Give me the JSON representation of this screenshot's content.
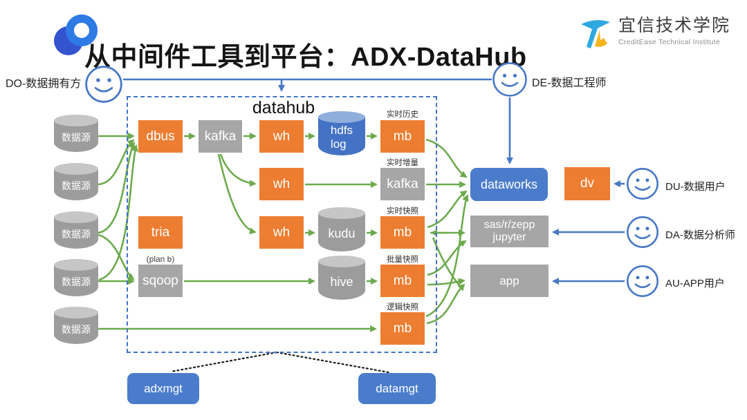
{
  "title": "从中间件工具到平台：ADX-DataHub",
  "branding": {
    "org_name": "宜信技术学院",
    "org_subtitle": "CreditEase Technical Institute"
  },
  "actors": {
    "do": "DO-数据拥有方",
    "de": "DE-数据工程师",
    "du": "DU-数据用户",
    "da": "DA-数据分析师",
    "au": "AU-APP用户"
  },
  "sources": {
    "labels": [
      "数据源",
      "数据源",
      "数据源",
      "数据源",
      "数据源"
    ]
  },
  "datahub": {
    "label": "datahub",
    "nodes": {
      "dbus": "dbus",
      "kafka1": "kafka",
      "wh1": "wh",
      "hdfs": "hdfs\nlog",
      "mb1": "mb",
      "wh2": "wh",
      "kafka2": "kafka",
      "tria": "tria",
      "wh3": "wh",
      "kudu": "kudu",
      "mb3": "mb",
      "planb": "(plan b)",
      "sqoop": "sqoop",
      "hive": "hive",
      "mb4": "mb",
      "mb5": "mb"
    },
    "row_labels": {
      "r1": "实时历史",
      "r2": "实时增量",
      "r3": "实时快照",
      "r4": "批量快照",
      "r5": "逻辑快照"
    }
  },
  "outputs": {
    "dataworks": "dataworks",
    "dv": "dv",
    "sas": "sas/r/zepp\njupyter",
    "app": "app"
  },
  "management": {
    "adxmgt": "adxmgt",
    "datamgt": "datamgt"
  },
  "colors": {
    "orange": "#ED7D31",
    "gray_box": "#A6A6A6",
    "blue_box": "#4A7CCB",
    "cylinder_blue": "#4472C4",
    "arrow_green": "#6CAA4D",
    "line_blue": "#4778C6",
    "dashed_border": "#4472C4"
  }
}
